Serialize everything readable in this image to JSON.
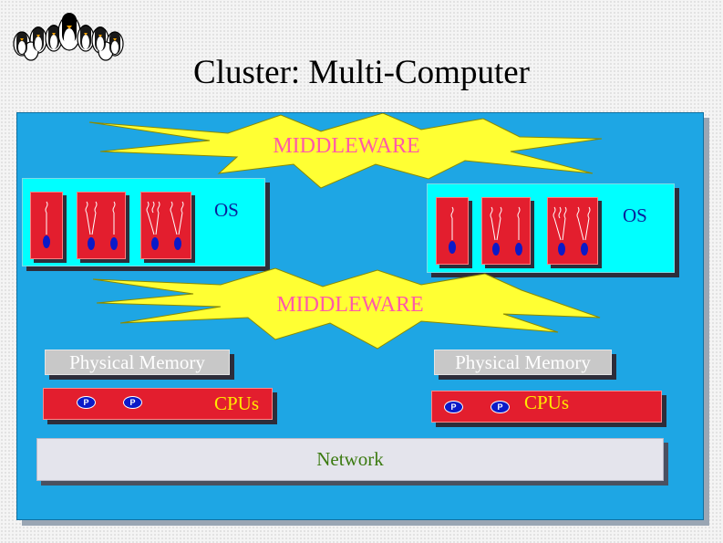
{
  "title": "Cluster:  Multi-Computer",
  "middleware_top": "MIDDLEWARE",
  "middleware_mid": "MIDDLEWARE",
  "nodes": [
    {
      "os_label": "OS",
      "memory_label": "Physical Memory",
      "cpu_label": "CPUs",
      "cpu_chips": [
        "P",
        "P"
      ]
    },
    {
      "os_label": "OS",
      "memory_label": "Physical Memory",
      "cpu_label": "CPUs",
      "cpu_chips": [
        "P",
        "P"
      ]
    }
  ],
  "network_label": "Network",
  "colors": {
    "panel": "#1ea6e4",
    "os_box": "#00ffff",
    "process": "#e31e2e",
    "middleware_star": "#ffff33",
    "middleware_text": "#ff5aa8",
    "cpu_label": "#ffeb00",
    "network_text": "#3b7a10"
  },
  "icons": [
    "penguin-group-icon",
    "thread-icon",
    "p-chip-icon"
  ]
}
